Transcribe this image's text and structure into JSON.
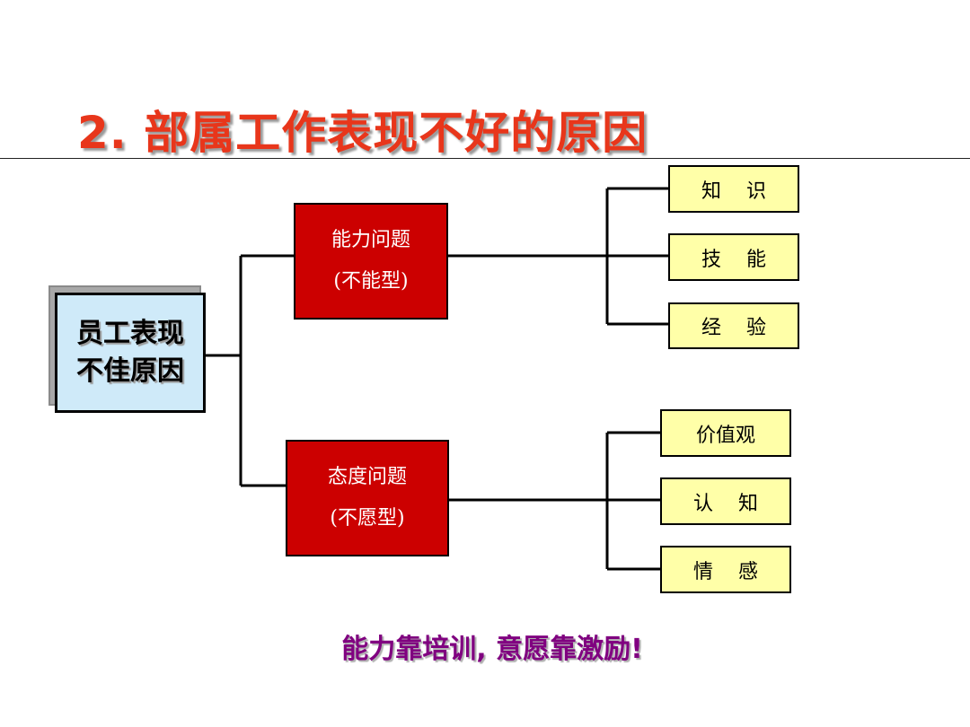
{
  "title": "2. 部属工作表现不好的原因",
  "root": {
    "line1": "员工表现",
    "line2": "不佳原因"
  },
  "ability": {
    "line1": "能力问题",
    "line2": "(不能型)",
    "children": [
      "知    识",
      "技    能",
      "经    验"
    ]
  },
  "attitude": {
    "line1": "态度问题",
    "line2": "(不愿型)",
    "children": [
      "价值观",
      "认    知",
      "情    感"
    ]
  },
  "conclusion": "能力靠培训, 意愿靠激励!"
}
